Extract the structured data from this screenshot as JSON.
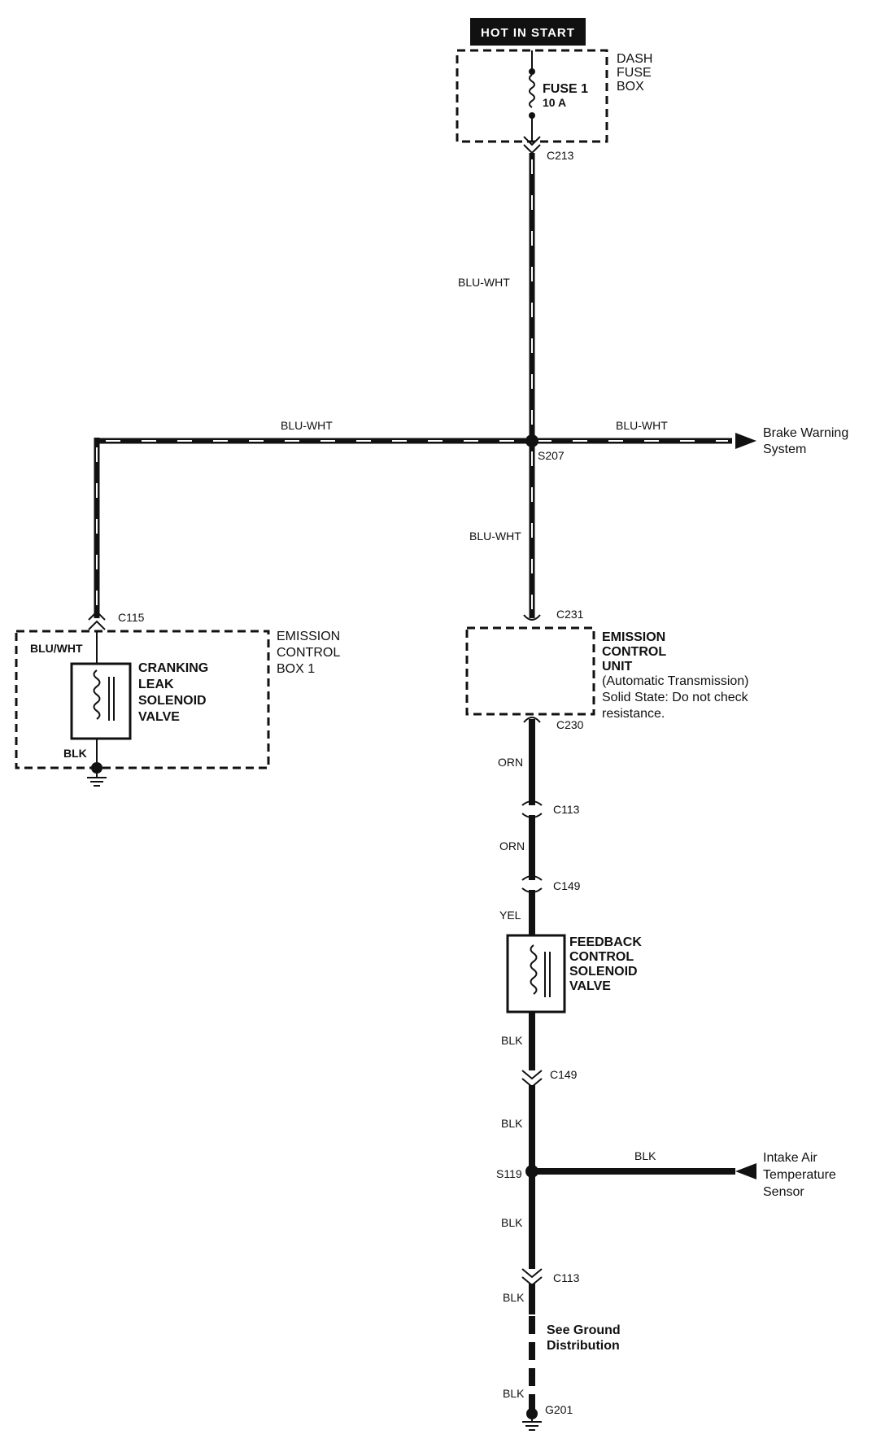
{
  "header": {
    "title": "HOT IN START"
  },
  "dash_fuse_box": {
    "label_lines": [
      "DASH",
      "FUSE",
      "BOX"
    ],
    "fuse_name": "FUSE 1",
    "fuse_rating": "10 A"
  },
  "connectors": {
    "c213": "C213",
    "s207": "S207",
    "c231": "C231",
    "c230": "C230",
    "c113_top": "C113",
    "c149_top": "C149",
    "c149_bottom": "C149",
    "s119": "S119",
    "c113_bottom": "C113",
    "g201": "G201",
    "c115": "C115"
  },
  "wire_colors": {
    "blu_wht_main": "BLU-WHT",
    "blu_wht_left": "BLU-WHT",
    "blu_wht_right": "BLU-WHT",
    "blu_wht_lower": "BLU-WHT",
    "orn_1": "ORN",
    "orn_2": "ORN",
    "yel": "YEL",
    "blk_1": "BLK",
    "blk_2": "BLK",
    "blk_sensor": "BLK",
    "blk_3": "BLK",
    "blk_4": "BLK",
    "blk_5": "BLK",
    "blu_wht_valve": "BLU/WHT",
    "blk_valve": "BLK"
  },
  "brake_warning": {
    "lines": [
      "Brake Warning",
      "System"
    ]
  },
  "emission_control_box": {
    "lines": [
      "EMISSION",
      "CONTROL",
      "BOX 1"
    ]
  },
  "cranking_leak_valve": {
    "lines": [
      "CRANKING",
      "LEAK",
      "SOLENOID",
      "VALVE"
    ]
  },
  "emission_control_unit": {
    "lines": [
      "EMISSION",
      "CONTROL",
      "UNIT"
    ],
    "notes": [
      "(Automatic Transmission)",
      "Solid State: Do not check",
      "resistance."
    ]
  },
  "feedback_valve": {
    "lines": [
      "FEEDBACK",
      "CONTROL",
      "SOLENOID",
      "VALVE"
    ]
  },
  "intake_air_sensor": {
    "lines": [
      "Intake Air",
      "Temperature",
      "Sensor"
    ]
  },
  "ground_distribution": {
    "lines": [
      "See Ground",
      "Distribution"
    ]
  }
}
